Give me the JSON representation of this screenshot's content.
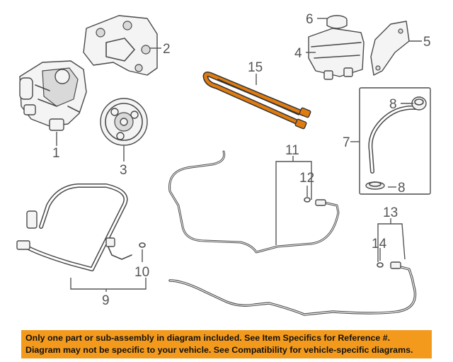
{
  "callouts": {
    "c1": "1",
    "c2": "2",
    "c3": "3",
    "c4": "4",
    "c5": "5",
    "c6": "6",
    "c7": "7",
    "c8a": "8",
    "c8b": "8",
    "c9": "9",
    "c10": "10",
    "c11": "11",
    "c12": "12",
    "c13": "13",
    "c14": "14",
    "c15": "15"
  },
  "banner": {
    "line1": "Only one part or sub-assembly in diagram included. See Item Specifics for Reference #.",
    "line2": "Diagram may not be specific to your vehicle. See Compatibility for vehicle-specific diagrams."
  },
  "colors": {
    "highlight": "#e07b10",
    "banner": "#f39a1d",
    "linework": "#4a4a4a"
  }
}
